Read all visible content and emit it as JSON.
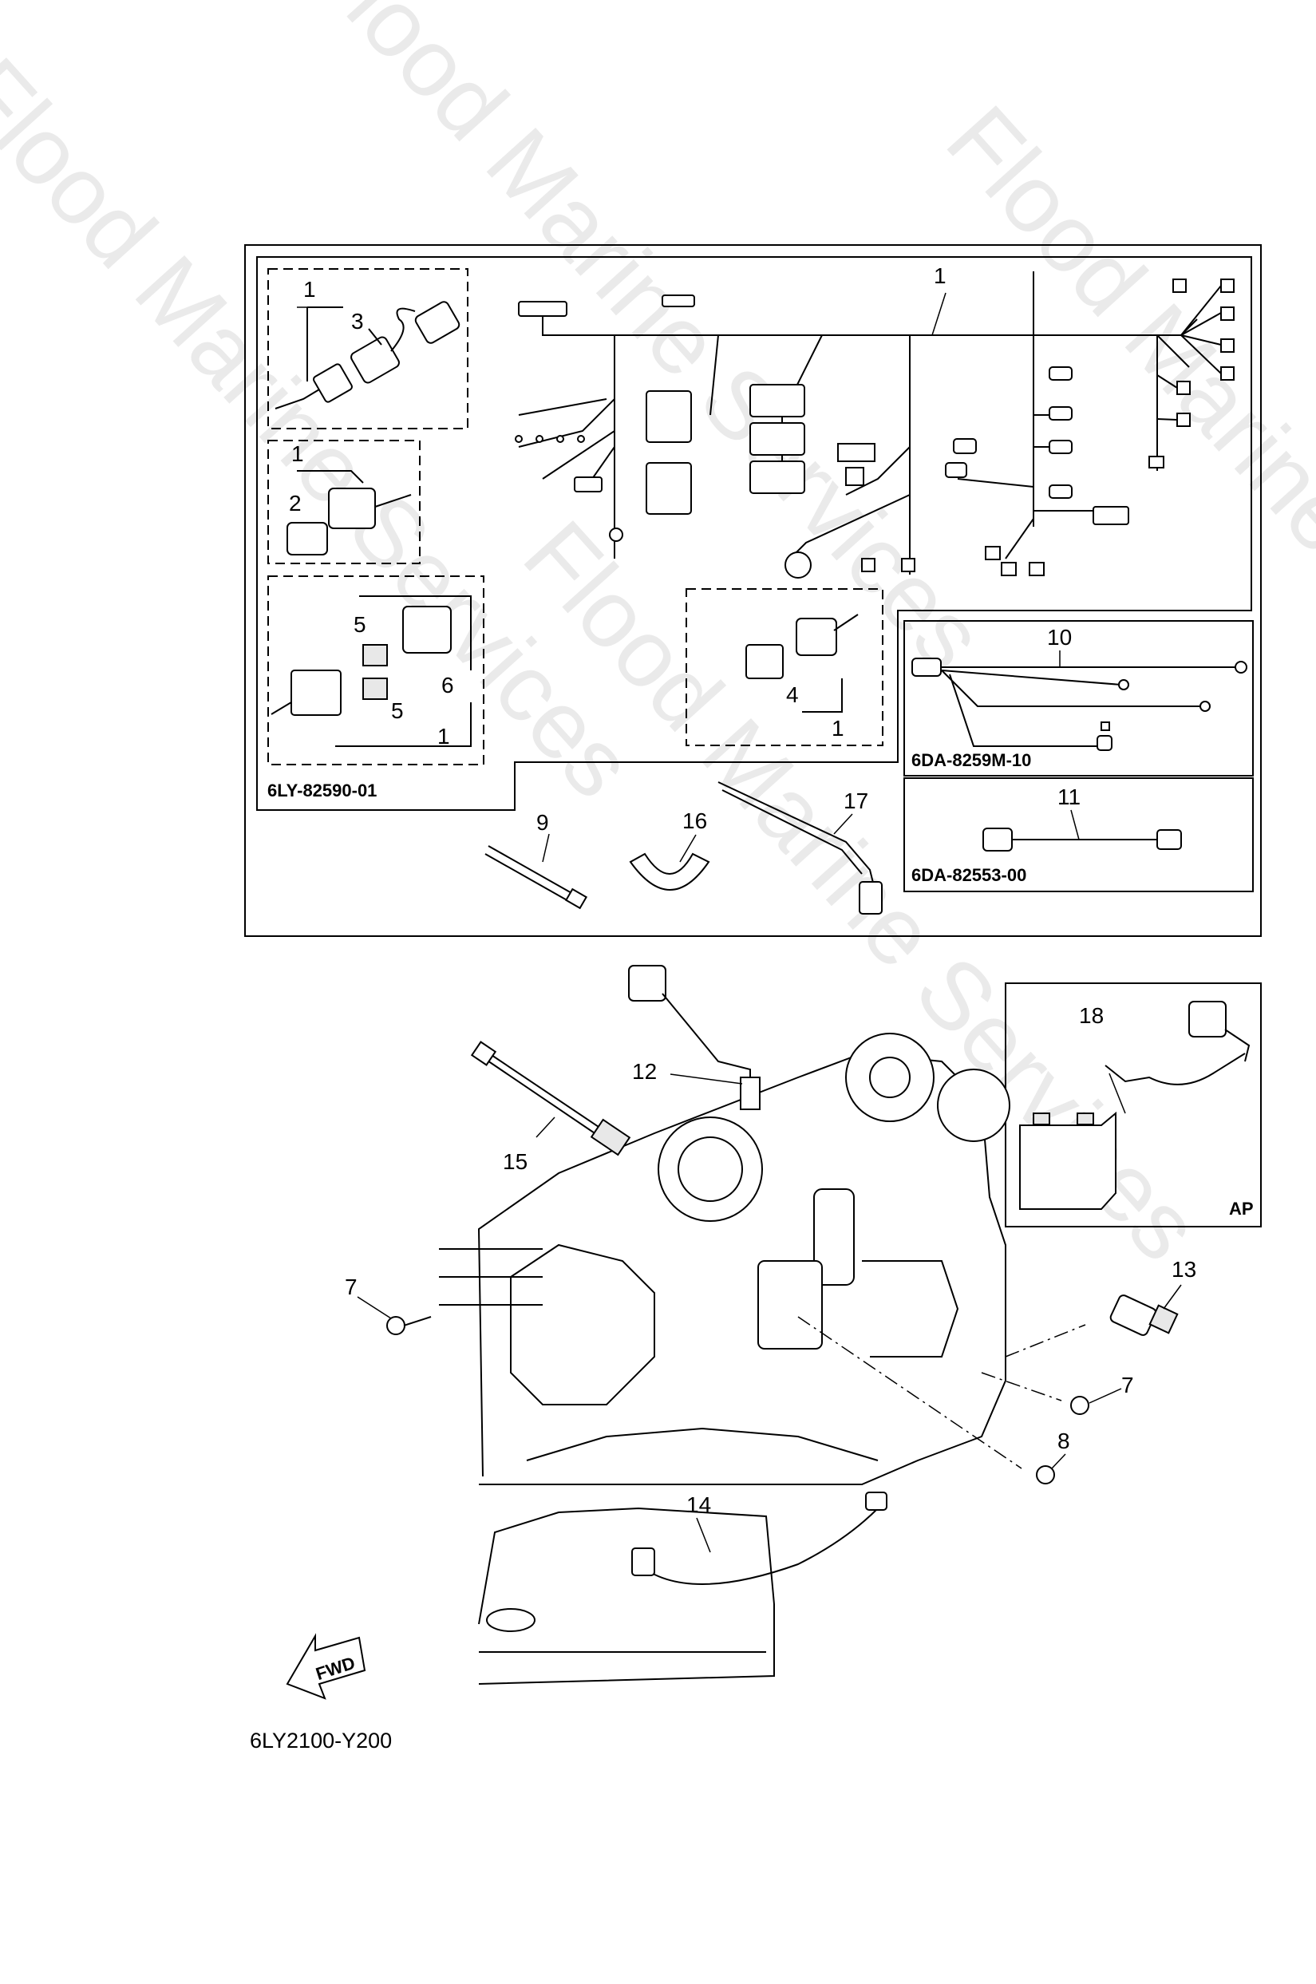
{
  "diagram": {
    "figure_code": "6LY2100-Y200",
    "watermark": "Flood Marine Services",
    "fwd_label": "FWD",
    "ap_label": "AP",
    "boxes": {
      "main_harness_partno": "6LY-82590-01",
      "sub_harness_a_partno": "6DA-8259M-10",
      "sub_harness_b_partno": "6DA-82553-00"
    },
    "callouts": [
      {
        "id": "c1a",
        "label": "1"
      },
      {
        "id": "c3",
        "label": "3"
      },
      {
        "id": "c1b",
        "label": "1"
      },
      {
        "id": "c2",
        "label": "2"
      },
      {
        "id": "c5a",
        "label": "5"
      },
      {
        "id": "c6",
        "label": "6"
      },
      {
        "id": "c5b",
        "label": "5"
      },
      {
        "id": "c1c",
        "label": "1"
      },
      {
        "id": "c1main",
        "label": "1"
      },
      {
        "id": "c4",
        "label": "4"
      },
      {
        "id": "c1d",
        "label": "1"
      },
      {
        "id": "c10",
        "label": "10"
      },
      {
        "id": "c11",
        "label": "11"
      },
      {
        "id": "c9",
        "label": "9"
      },
      {
        "id": "c16",
        "label": "16"
      },
      {
        "id": "c17",
        "label": "17"
      },
      {
        "id": "c12",
        "label": "12"
      },
      {
        "id": "c15",
        "label": "15"
      },
      {
        "id": "c18",
        "label": "18"
      },
      {
        "id": "c7a",
        "label": "7"
      },
      {
        "id": "c13",
        "label": "13"
      },
      {
        "id": "c7b",
        "label": "7"
      },
      {
        "id": "c8",
        "label": "8"
      },
      {
        "id": "c14",
        "label": "14"
      }
    ]
  }
}
